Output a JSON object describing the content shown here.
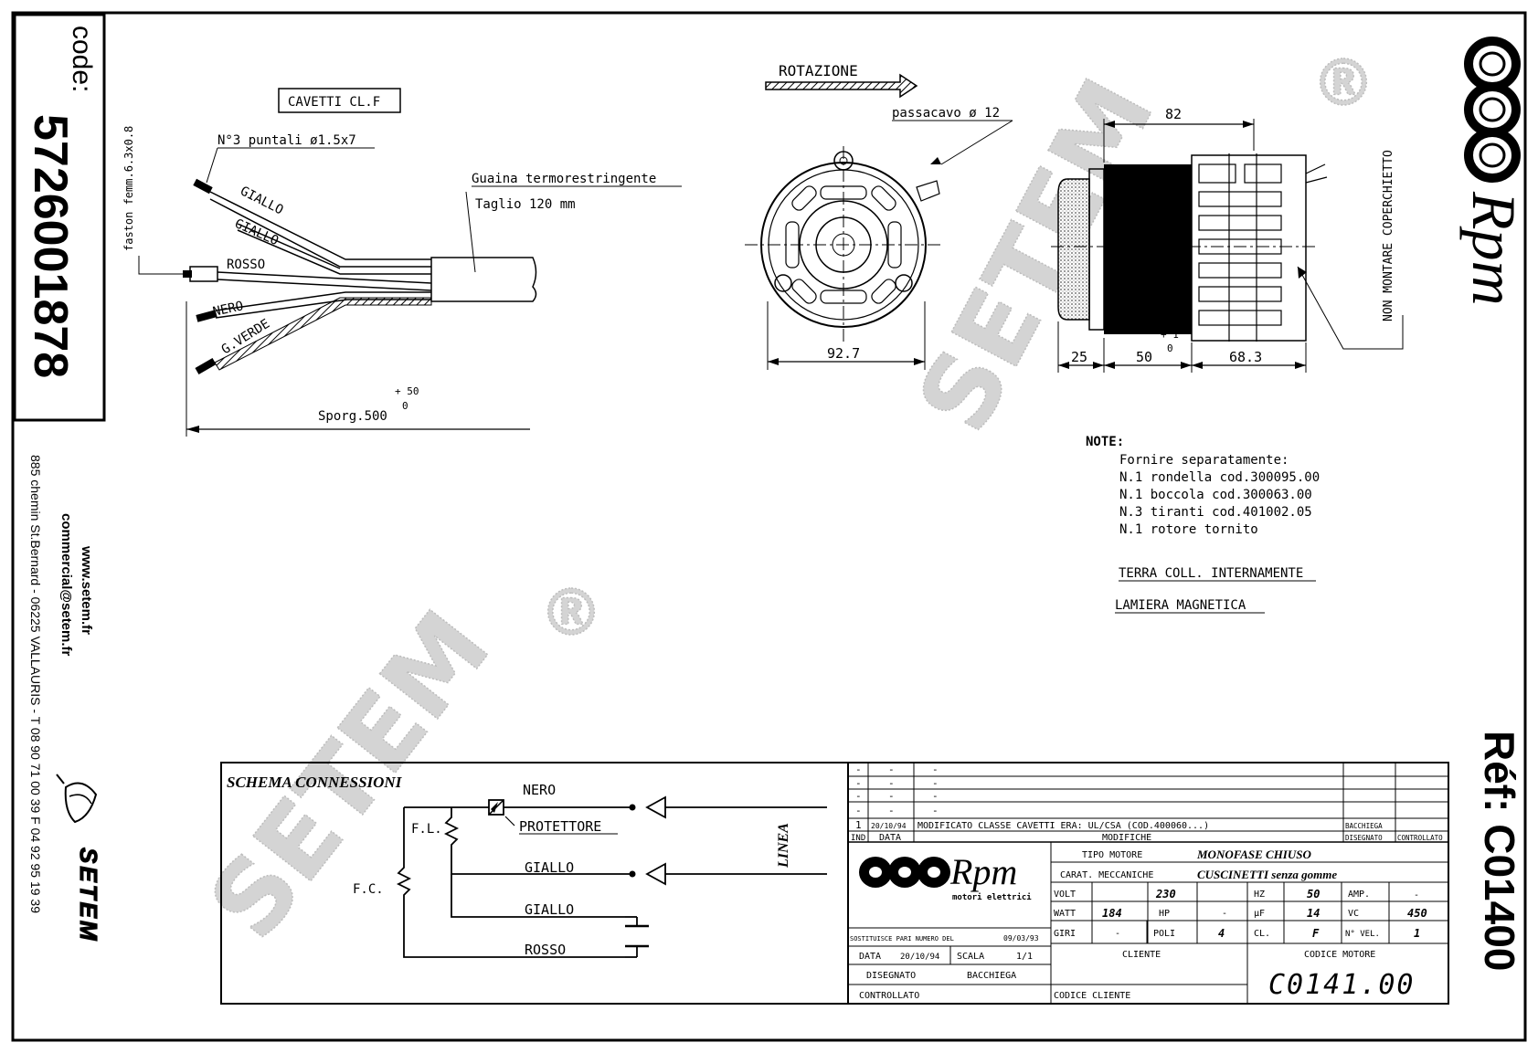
{
  "sidebar": {
    "code_label": "code:",
    "code_value": "5726001878",
    "website": "www.setem.fr",
    "email": "commercial@setem.fr",
    "address": "885 chemin St.Bernard  -  06225 VALLAURIS  -  T 08 90 71 00 39   F 04 92 95 19 39",
    "logo_text": "SETEM"
  },
  "brand": {
    "rpm": "Rpm",
    "ref": "Réf: C01400",
    "watermark": "SETEM",
    "registered": "®"
  },
  "cable": {
    "box_label": "CAVETTI CL.F",
    "puntali": "N°3 puntali ø1.5x7",
    "faston": "faston femm.6.3x0.8",
    "guaina": "Guaina termorestringente",
    "taglio": "Taglio 120 mm",
    "wires": [
      "GIALLO",
      "GIALLO",
      "ROSSO",
      "NERO",
      "G.VERDE"
    ],
    "sporg": "Sporg.500",
    "tol_plus": "+ 50",
    "tol_zero": "0"
  },
  "motor": {
    "rotazione": "ROTAZIONE",
    "passacavo": "passacavo ø 12",
    "dim_diameter": "92.7",
    "dim_82": "82",
    "dim_25": "25",
    "dim_50": "50",
    "dim_68": "68.3",
    "tol_plus": "+ 1",
    "tol_zero": "0",
    "cover": "NON MONTARE COPERCHIETTO"
  },
  "notes": {
    "title": "NOTE:",
    "lines": [
      "Fornire separatamente:",
      "N.1 rondella cod.300095.00",
      "N.1 boccola cod.300063.00",
      "N.3 tiranti cod.401002.05",
      "N.1 rotore tornito"
    ],
    "terra": "TERRA COLL. INTERNAMENTE",
    "lamiera": "LAMIERA MAGNETICA"
  },
  "schema": {
    "title": "SCHEMA CONNESSIONI",
    "nero": "NERO",
    "protettore": "PROTETTORE",
    "giallo1": "GIALLO",
    "giallo2": "GIALLO",
    "rosso": "ROSSO",
    "fl": "F.L.",
    "fc": "F.C.",
    "linea": "LINEA"
  },
  "titleblock": {
    "dash": "-",
    "rev_ind": "1",
    "rev_date": "20/10/94",
    "rev_text": "MODIFICATO CLASSE CAVETTI ERA: UL/CSA (COD.400060...)",
    "rev_by": "BACCHIEGA",
    "h_ind": "IND",
    "h_data": "DATA",
    "h_modifiche": "MODIFICHE",
    "h_disegnato": "DISEGNATO",
    "h_controllato": "CONTROLLATO",
    "brand_sub": "motori elettrici",
    "tipo_label": "TIPO MOTORE",
    "tipo_value": "MONOFASE CHIUSO",
    "carat_label": "CARAT. MECCANICHE",
    "carat_value": "CUSCINETTI senza gomme",
    "volt_label": "VOLT",
    "volt_value": "230",
    "hz_label": "HZ",
    "hz_value": "50",
    "amp_label": "AMP.",
    "amp_value": "-",
    "watt_label": "WATT",
    "watt_value": "184",
    "hp_label": "HP",
    "hp_value": "-",
    "uf_label": "µF",
    "uf_value": "14",
    "vc_label": "VC",
    "vc_value": "450",
    "giri_label": "GIRI",
    "giri_value": "-",
    "poli_label": "POLI",
    "poli_value": "4",
    "cl_label": "CL.",
    "cl_value": "F",
    "nvel_label": "N° VEL.",
    "nvel_value": "1",
    "sostituisce": "SOSTITUISCE PARI NUMERO DEL",
    "sost_date": "09/03/93",
    "data_label": "DATA",
    "data_value": "20/10/94",
    "scala_label": "SCALA",
    "scala_value": "1/1",
    "disegnato": "DISEGNATO",
    "disegnato_by": "BACCHIEGA",
    "controllato": "CONTROLLATO",
    "cliente": "CLIENTE",
    "codice_cliente": "CODICE CLIENTE",
    "codice_motore_label": "CODICE MOTORE",
    "codice_motore": "C0141.00"
  }
}
